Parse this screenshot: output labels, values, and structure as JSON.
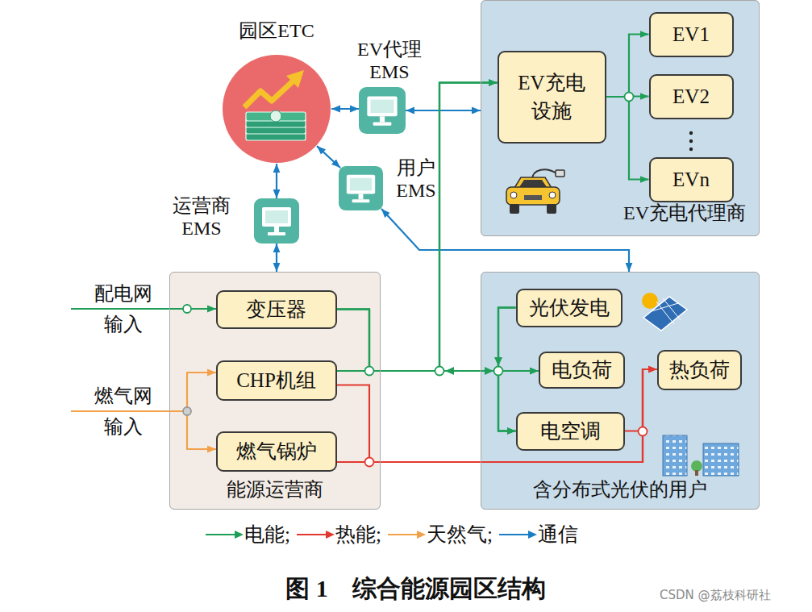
{
  "diagram": {
    "caption": "图 1　综合能源园区结构",
    "nodes": [
      {
        "text": [
          "园区ETC"
        ]
      },
      {
        "text": [
          "EV代理 EMS"
        ]
      },
      {
        "text": [
          "用户 EMS"
        ]
      },
      {
        "text": [
          "运营商 EMS"
        ]
      },
      {
        "text": [
          "能源运营商"
        ]
      },
      {
        "text": [
          "变压器"
        ],
        "in": 4
      },
      {
        "text": [
          "CHP机组"
        ],
        "in": 4
      },
      {
        "text": [
          "燃气锅炉"
        ],
        "in": 4
      },
      {
        "text": [
          "EV充电代理商"
        ]
      },
      {
        "text": [
          "EV充电 设施"
        ],
        "in": 8
      },
      {
        "text": [
          "EV1"
        ],
        "in": 8
      },
      {
        "text": [
          "EV2"
        ],
        "in": 8
      },
      {
        "text": [
          "EVn"
        ],
        "in": 8
      },
      {
        "text": [
          "含分布式光伏的用户"
        ]
      },
      {
        "text": [
          "光伏发电"
        ],
        "in": 13
      },
      {
        "text": [
          "电负荷"
        ],
        "in": 13
      },
      {
        "text": [
          "热负荷"
        ],
        "in": 13
      },
      {
        "text": [
          "电空调"
        ],
        "in": 13
      }
    ],
    "edges": [
      {
        "from": 0,
        "to": 1,
        "arrow": "both"
      },
      {
        "from": 0,
        "to": 2,
        "arrow": "both"
      },
      {
        "from": 0,
        "to": 3,
        "arrow": "both"
      },
      {
        "from": 3,
        "to": 4,
        "arrow": "both"
      },
      {
        "from": 1,
        "to": 8,
        "arrow": "both"
      },
      {
        "from": 2,
        "to": 13,
        "arrow": "both"
      },
      {
        "from": 5,
        "to": 9,
        "arrow": "to"
      },
      {
        "from": 6,
        "to": 9,
        "arrow": "to"
      },
      {
        "from": 5,
        "to": 15,
        "arrow": "to"
      },
      {
        "from": 6,
        "to": 15,
        "arrow": "to"
      },
      {
        "from": 5,
        "to": 17,
        "arrow": "to"
      },
      {
        "from": 6,
        "to": 17,
        "arrow": "to"
      },
      {
        "from": 14,
        "to": 15,
        "arrow": "to"
      },
      {
        "from": 14,
        "to": 17,
        "arrow": "to"
      },
      {
        "from": 14,
        "to": 9,
        "arrow": "to"
      },
      {
        "from": 6,
        "to": 16,
        "arrow": "to"
      },
      {
        "from": 7,
        "to": 16,
        "arrow": "to"
      },
      {
        "from": 17,
        "to": 16,
        "arrow": "to"
      },
      {
        "from": 9,
        "to": 10,
        "arrow": "to"
      },
      {
        "from": 9,
        "to": 11,
        "arrow": "to"
      },
      {
        "from": 9,
        "to": 12,
        "arrow": "to"
      }
    ],
    "labels": [
      "配电网 输入",
      "燃气网 输入",
      "CSDN @荔枝科研社"
    ],
    "legend": [
      {
        "text": "电能;"
      },
      {
        "text": "热能;"
      },
      {
        "text": "天然气;"
      },
      {
        "text": "通信"
      }
    ]
  }
}
